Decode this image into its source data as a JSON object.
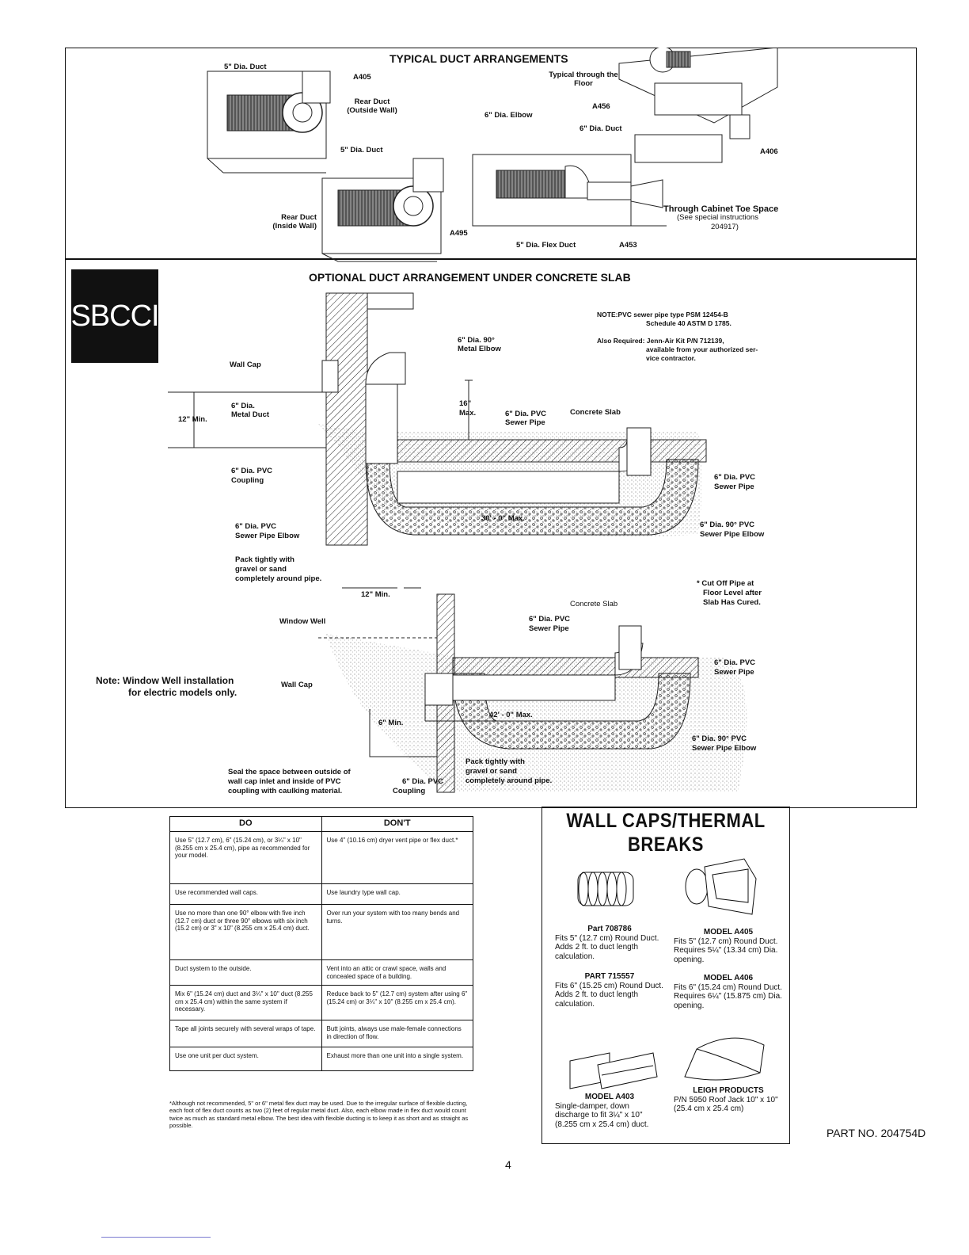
{
  "sections": {
    "typical_title": "TYPICAL DUCT ARRANGEMENTS",
    "optional_title": "OPTIONAL DUCT ARRANGEMENT UNDER CONCRETE SLAB",
    "side_tab": "SBCCI"
  },
  "typical_labels": {
    "duct5_a": "5\" Dia. Duct",
    "a405": "A405",
    "rear_outside": "Rear Duct (Outside Wall)",
    "duct5_b": "5\" Dia. Duct",
    "rear_inside": "Rear Duct (Inside Wall)",
    "a495": "A495",
    "elbow6": "6\" Dia. Elbow",
    "floor": "Typical through the Floor",
    "a456": "A456",
    "duct6": "6\" Dia. Duct",
    "a406": "A406",
    "toe1": "Through Cabinet Toe Space",
    "toe2": "(See special instructions",
    "toe3": "204917)",
    "flex5": "5\" Dia. Flex Duct",
    "a453": "A453"
  },
  "slab_labels": {
    "note1": "NOTE:PVC sewer pipe type PSM 12454-B",
    "note2": "Schedule 40 ASTM D 1785.",
    "also1": "Also Required: Jenn-Air Kit P/N 712139,",
    "also2": "available from your authorized ser-",
    "also3": "vice contractor.",
    "elbow90_1": "6\" Dia. 90°",
    "elbow90_2": "Metal Elbow",
    "wall_cap": "Wall Cap",
    "metal_duct_1": "6\" Dia.",
    "metal_duct_2": "Metal Duct",
    "min12": "12\" Min.",
    "max16_1": "16\"",
    "max16_2": "Max.",
    "pvc_sewer_1": "6\" Dia. PVC",
    "pvc_sewer_2": "Sewer Pipe",
    "slab": "Concrete Slab",
    "coupling_1": "6\" Dia. PVC",
    "coupling_2": "Coupling",
    "right_sewer_1": "6\" Dia. PVC",
    "right_sewer_2": "Sewer Pipe",
    "max30": "30' - 0\" Max.",
    "elbow_left_1": "6\" Dia. PVC",
    "elbow_left_2": "Sewer Pipe Elbow",
    "elbow_right_1": "6\" Dia. 90° PVC",
    "elbow_right_2": "Sewer Pipe Elbow",
    "pack_1": "Pack tightly with",
    "pack_2": "gravel or sand",
    "pack_3": "completely around pipe.",
    "cut_1": "* Cut Off Pipe at",
    "cut_2": "Floor Level after",
    "cut_3": "Slab Has Cured."
  },
  "well_labels": {
    "min12": "12\" Min.",
    "window_well": "Window Well",
    "slab": "Concrete Slab",
    "sewer_1": "6\" Dia. PVC",
    "sewer_2": "Sewer Pipe",
    "right_sewer_1": "6\" Dia. PVC",
    "right_sewer_2": "Sewer Pipe",
    "note_1": "Note:  Window Well installation",
    "note_2": "for electric models only.",
    "wall_cap": "Wall Cap",
    "min6": "6\" Min.",
    "max42": "42' - 0\" Max.",
    "elbow_1": "6\" Dia. 90° PVC",
    "elbow_2": "Sewer Pipe Elbow",
    "pack_1": "Pack tightly with",
    "pack_2": "gravel or sand",
    "pack_3": "completely around pipe.",
    "seal_1": "Seal the space between outside of",
    "seal_2": "wall cap inlet and inside of PVC",
    "seal_3": "coupling with caulking material.",
    "coupling_1": "6\" Dia. PVC",
    "coupling_2": "Coupling"
  },
  "do_dont": {
    "headers": [
      "DO",
      "DON'T"
    ],
    "rows": [
      [
        "Use 5\" (12.7 cm), 6\" (15.24 cm), or 3¼\" x 10\" (8.255 cm x 25.4 cm), pipe as recommended for your model.",
        "Use 4\" (10.16 cm) dryer vent pipe or flex duct.*"
      ],
      [
        "Use recommended wall caps.",
        "Use laundry type wall cap."
      ],
      [
        "Use no more than one 90° elbow with five inch (12.7 cm) duct or three 90° elbows with six inch (15.2 cm) or 3\" x 10\" (8.255 cm x 25.4 cm) duct.",
        "Over run your system with too many bends and turns."
      ],
      [
        "Duct system to the outside.",
        "Vent into an attic or crawl space, walls and concealed space of a building."
      ],
      [
        "Mix 6\" (15.24 cm) duct and 3¼\" x 10\" duct (8.255 cm x 25.4 cm) within the same system if necessary.",
        "Reduce back to 5\" (12.7 cm) system after using 6\" (15.24 cm) or 3¼\" x 10\" (8.255 cm x 25.4 cm)."
      ],
      [
        "Tape all joints securely with several wraps of tape.",
        "Butt joints, always use male-female connections in direction of flow."
      ],
      [
        "Use one unit per duct system.",
        "Exhaust more than one unit into a single system."
      ]
    ],
    "footnote": "*Although not recommended, 5\" or 6\" metal flex duct may be used. Due to the irregular surface of flexible ducting, each foot of flex duct counts as two (2) feet of regular metal duct. Also, each elbow made in flex duct would count twice as much as standard metal elbow. The best idea with flexible ducting is to keep it as short and as straight as possible."
  },
  "wall_caps": {
    "title": "WALL CAPS/THERMAL BREAKS",
    "items": [
      {
        "name": "Part 708786",
        "text": "Fits 5\" (12.7 cm) Round Duct. Adds 2 ft. to duct length calculation."
      },
      {
        "name": "MODEL A405",
        "text": "Fits 5\" (12.7 cm) Round Duct. Requires 5¼\" (13.34 cm) Dia. opening."
      },
      {
        "name": "PART 715557",
        "text": "Fits 6\" (15.25 cm) Round Duct. Adds 2 ft. to duct length calculation."
      },
      {
        "name": "MODEL A406",
        "text": "Fits 6\" (15.24 cm) Round Duct. Requires 6¼\" (15.875 cm) Dia. opening."
      },
      {
        "name": "MODEL A403",
        "text": "Single-damper, down discharge to fit 3¼\" x 10\" (8.255 cm x 25.4 cm) duct."
      },
      {
        "name": "LEIGH PRODUCTS",
        "text": "P/N 5950 Roof Jack 10\" x 10\" (25.4 cm x 25.4 cm)"
      }
    ]
  },
  "footer": {
    "page_number": "4",
    "part_no": "PART NO. 204754D"
  }
}
